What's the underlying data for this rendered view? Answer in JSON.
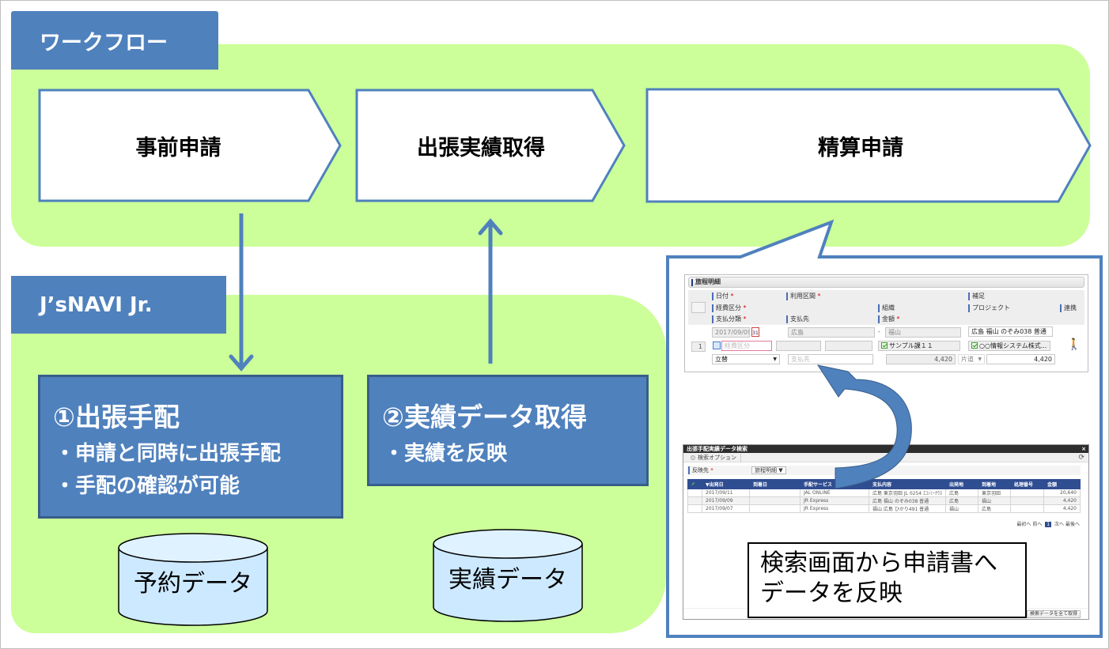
{
  "workflow": {
    "tab_label": "ワークフロー",
    "steps": [
      {
        "label": "事前申請"
      },
      {
        "label": "出張実績取得"
      },
      {
        "label": "精算申請"
      }
    ]
  },
  "jsnavi": {
    "tab_label": "J’sNAVI Jr.",
    "functions": [
      {
        "title": "①出張手配",
        "lines": [
          "・申請と同時に出張手配",
          "・手配の確認が可能"
        ]
      },
      {
        "title": "②実績データ取得",
        "lines": [
          "・実績を反映"
        ]
      }
    ],
    "databases": [
      {
        "label": "予約データ"
      },
      {
        "label": "実績データ"
      }
    ]
  },
  "form": {
    "section_title": "旅程明細",
    "headers": {
      "date": "日付",
      "route": "利用区間",
      "remarks": "補足",
      "expense_type": "経費区分",
      "organization": "組織",
      "project": "プロジェクト",
      "link": "連携",
      "payment_type": "支払分類",
      "payee": "支払先",
      "amount": "金額"
    },
    "row": {
      "number": "1",
      "date": "2017/09/09",
      "calendar_day": "31",
      "from": "広島",
      "separator": "-",
      "to": "福山",
      "remarks": "広島 福山 のぞみ038 普通",
      "expense_type_placeholder": "経費区分",
      "organization": "サンプル課１１",
      "project": "○○情報システム株式...",
      "payment_type": "立替",
      "payee_placeholder": "支払先",
      "unit_amount": "4,420",
      "trip_type": "片道",
      "amount": "4,420"
    }
  },
  "search_dialog": {
    "title": "出張手配実績データ検索",
    "close": "×",
    "tab_label": "検索オプション",
    "reflect_label": "反映先",
    "reflect_value": "旅程明細",
    "columns": [
      "✔",
      "▼出発日",
      "到着日",
      "手配サービス",
      "支払内容",
      "出発地",
      "到着地",
      "処理番号",
      "金額"
    ],
    "rows": [
      [
        "",
        "2017/09/11",
        "",
        "JAL ONLINE",
        "広島 東京羽田 JL 0254 ｴｺﾉﾐｰｸﾗｽ",
        "広島",
        "東京羽田",
        "",
        "20,640"
      ],
      [
        "",
        "2017/09/09",
        "",
        "JR Express",
        "広島 福山 のぞみ038 普通",
        "広島",
        "福山",
        "",
        "4,420"
      ],
      [
        "",
        "2017/09/07",
        "",
        "JR Express",
        "福山 広島 ひかり491 普通",
        "福山",
        "広島",
        "",
        "4,420"
      ]
    ],
    "pager": {
      "first": "最初へ",
      "prev": "前へ",
      "current": "1",
      "next": "次へ",
      "last": "最後へ"
    },
    "fetch_all_button": "検索データを全て取得"
  },
  "note": {
    "lines": [
      "検索画面から申請書へ",
      "データを反映"
    ]
  },
  "colors": {
    "panel_green": "#ccff99",
    "accent_blue": "#4f81bd",
    "border_blue": "#385d8a",
    "db_fill": "#cce9ff"
  }
}
